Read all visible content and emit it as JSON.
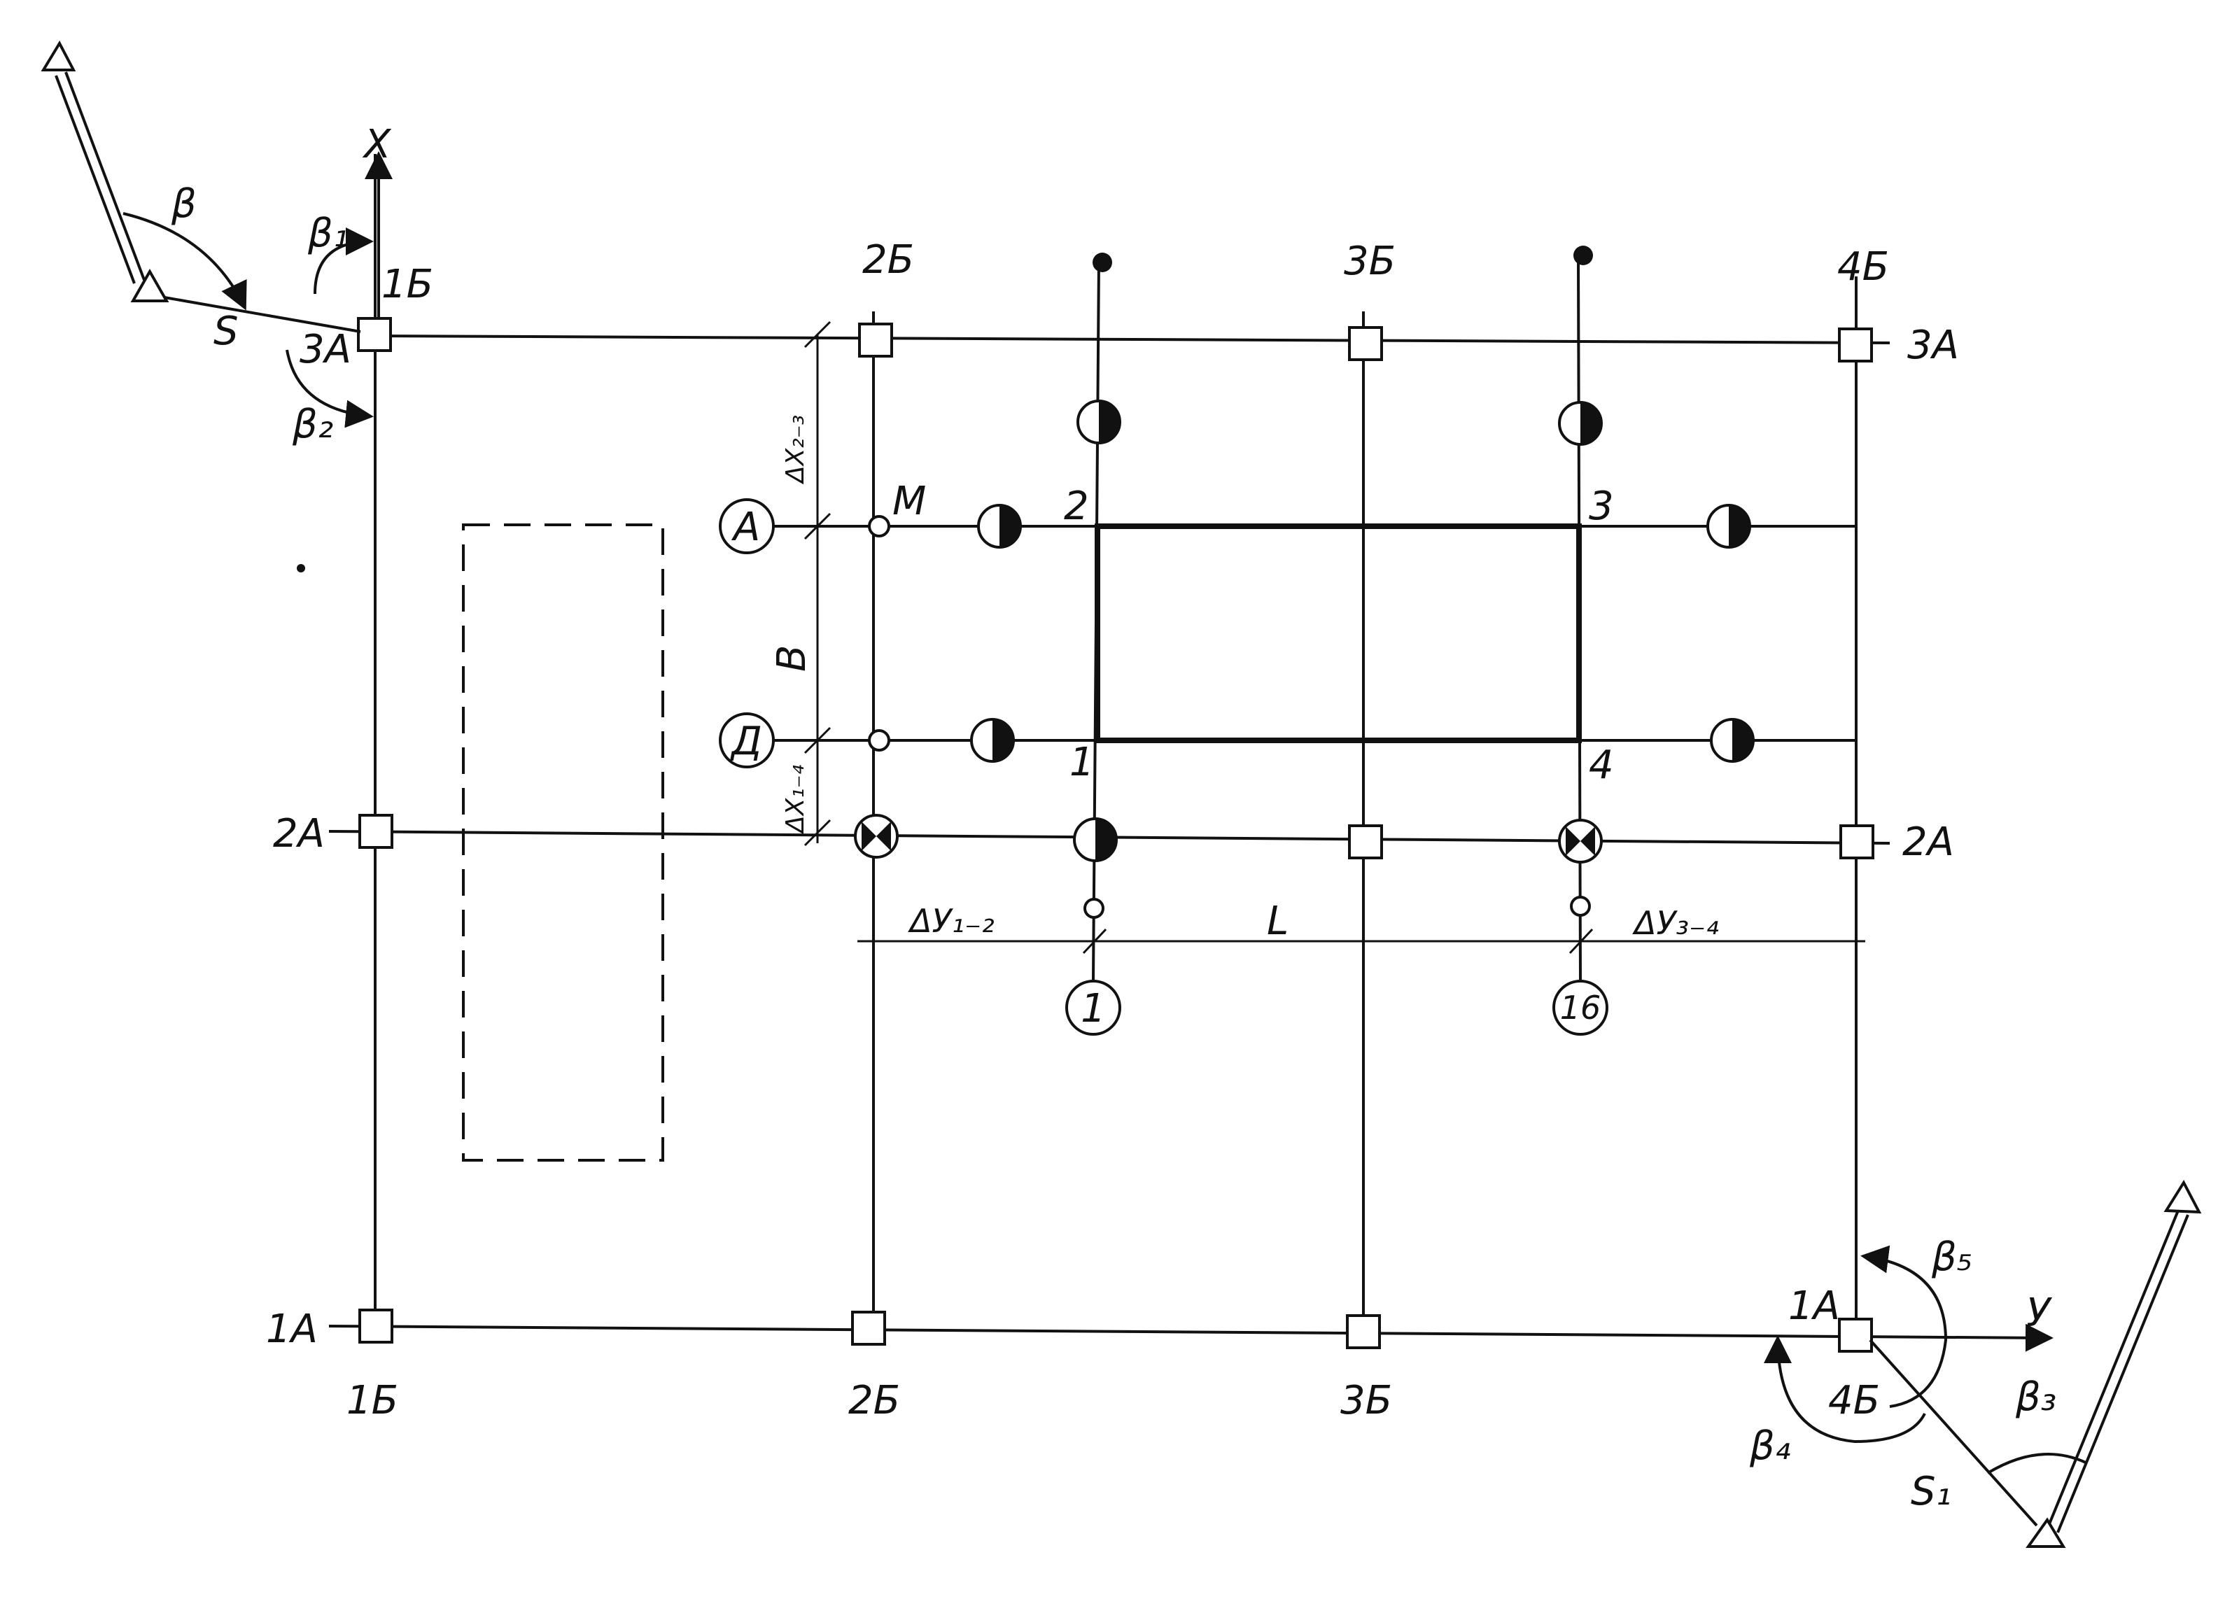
{
  "axes": {
    "x": "X",
    "y": "У"
  },
  "grid_labels": {
    "b1_top": "1Б",
    "b2_top": "2Б",
    "b3_top": "3Б",
    "b4_top": "4Б",
    "b1_bot": "1Б",
    "b2_bot": "2Б",
    "b3_bot": "3Б",
    "b4_bot": "4Б",
    "a3_left": "3А",
    "a3_right": "3А",
    "a2_left": "2А",
    "a2_right": "2А",
    "a1_left": "1А",
    "a1_right": "1А"
  },
  "axis_bubbles": {
    "a": "А",
    "d": "Д",
    "n1": "1",
    "n16": "16"
  },
  "corners": {
    "c1": "1",
    "c2": "2",
    "c3": "3",
    "c4": "4"
  },
  "point_m": "М",
  "dimensions": {
    "dx23": "ΔX₂₋₃",
    "b": "B",
    "dx14": "ΔX₁₋₄",
    "dy12": "ΔУ₁₋₂",
    "l": "L",
    "dy34": "ΔУ₃₋₄"
  },
  "angles": {
    "beta": "β",
    "beta1": "β₁",
    "beta2": "β₂",
    "beta3": "β₃",
    "beta4": "β₄",
    "beta5": "β₅"
  },
  "distances": {
    "s": "S",
    "s1": "S₁"
  }
}
